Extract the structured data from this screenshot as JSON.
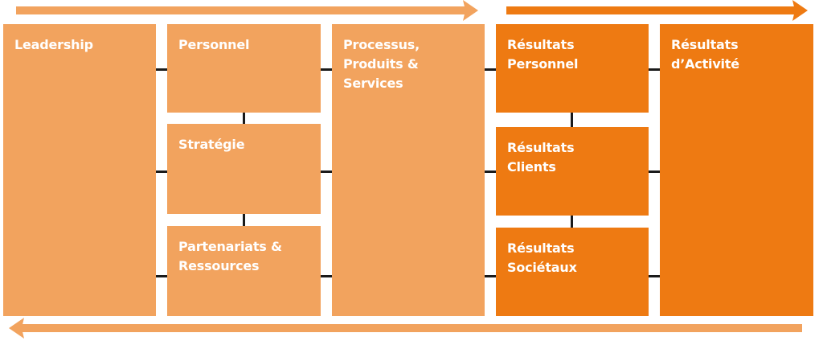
{
  "colors": {
    "enablers": "#f2a35e",
    "results": "#ee7a12",
    "connector": "#1a1a1a"
  },
  "boxes": {
    "leadership": [
      "Leadership"
    ],
    "personnel": [
      "Personnel"
    ],
    "strategie": [
      "Stratégie"
    ],
    "partenariats": [
      "Partenariats &",
      "Ressources"
    ],
    "processus": [
      "Processus,",
      "Produits &",
      "Services"
    ],
    "resultats_personnel": [
      "Résultats",
      "Personnel"
    ],
    "resultats_clients": [
      "Résultats",
      "Clients"
    ],
    "resultats_societaux": [
      "Résultats",
      "Sociétaux"
    ],
    "resultats_activite": [
      "Résultats",
      "d’Activité"
    ]
  }
}
